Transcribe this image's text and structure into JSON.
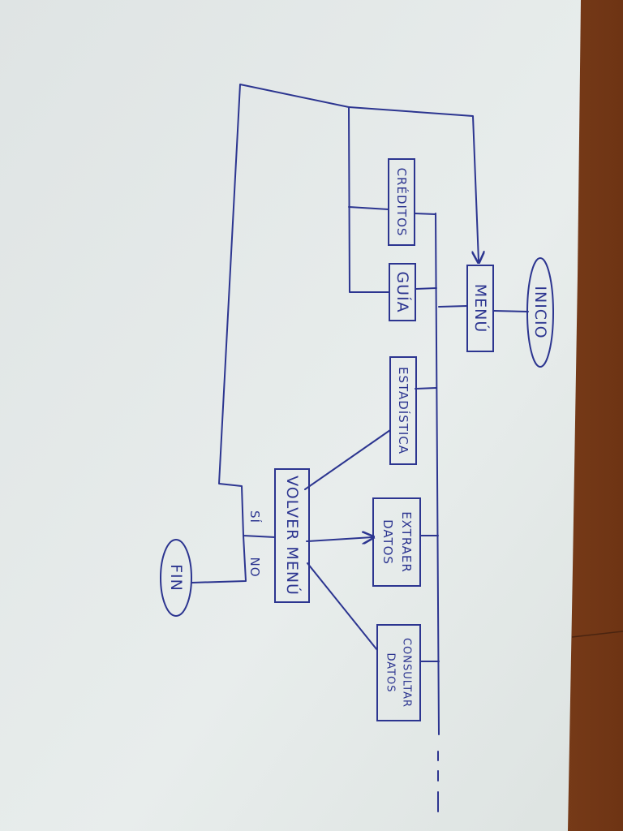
{
  "colors": {
    "ink": "#2c3590",
    "paper": "#e4e9e8",
    "table": "#8c4a22"
  },
  "nodes": {
    "inicio": "INICIO",
    "menu": "MENÚ",
    "creditos": "CRÉDITOS",
    "guia": "GUÍA",
    "estadistica": "ESTADÍSTICA",
    "extraer_datos": [
      "EXTRAER",
      "DATOS"
    ],
    "consultar_datos": [
      "CONSULTAR",
      "DATOS"
    ],
    "volver_menu": "VOLVER MENÚ",
    "fin": "FIN"
  },
  "edge_labels": {
    "si": "SÍ",
    "no": "NO"
  }
}
